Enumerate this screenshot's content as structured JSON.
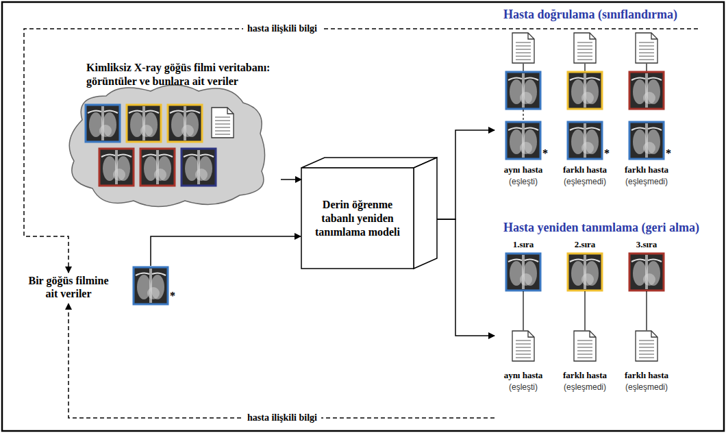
{
  "diagram": {
    "nodes": [
      {
        "text": [
          "Kimliksiz X-ray göğüs filmi veritabanı: görüntüler ve bunlara ait veriler"
        ]
      },
      {
        "text": [
          "Derin öğrenme tabanlı yeniden tanımlama modeli"
        ]
      },
      {
        "text": [
          "Bir göğüs filmine ait veriler"
        ]
      },
      {
        "text": [
          "Hasta doğrulama (sınıflandırma)"
        ]
      },
      {
        "text": [
          "Hasta yeniden tanımlama (geri alma)"
        ]
      }
    ],
    "edges": [
      {
        "from": 0,
        "to": 1,
        "arrow": "to"
      },
      {
        "from": 1,
        "to": 3,
        "arrow": "to"
      },
      {
        "from": 1,
        "to": 4,
        "arrow": "to"
      },
      {
        "from": 3,
        "to": 2,
        "label": "hasta ilişkili bilgi",
        "arrow": "to"
      },
      {
        "from": 4,
        "to": 2,
        "label": "hasta ilişkili bilgi",
        "arrow": "to"
      }
    ],
    "labels": [
      "*",
      "*",
      "*",
      "*",
      "aynı hasta",
      "(eşleşti)",
      "farklı hasta",
      "(eşleşmedi)",
      "farklı hasta",
      "(eşleşmedi)",
      "1.sıra",
      "2.sıra",
      "3.sıra",
      "aynı hasta",
      "(eşleşti)",
      "farklı hasta",
      "(eşleşmedi)",
      "farklı hasta",
      "(eşleşmedi)"
    ]
  }
}
